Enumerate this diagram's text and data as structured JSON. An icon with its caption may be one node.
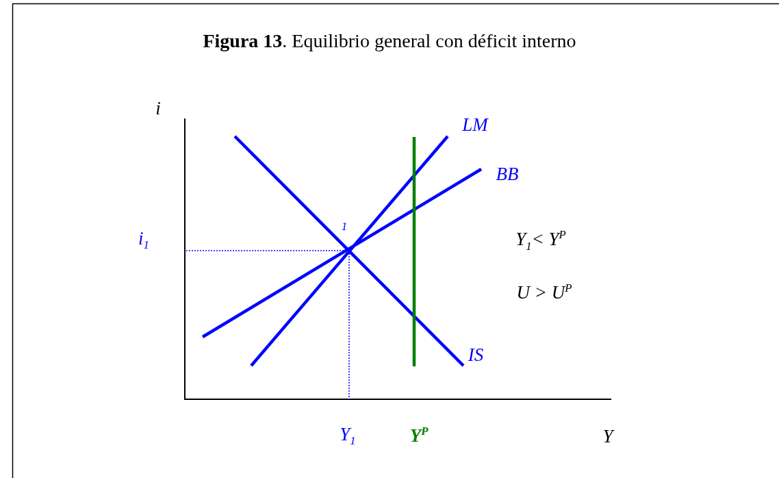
{
  "diagram": {
    "title": "**Figura 13**.  Equilibrio general con déficit interno",
    "labels": [
      "i",
      "LM",
      "BB",
      "1",
      "i$_{1}$",
      "Y$_{1}$< Y$^{P}$",
      "U > U$^{P}$",
      "IS",
      "Y$_{1}$",
      "Y$^{P}$",
      "Y"
    ]
  }
}
